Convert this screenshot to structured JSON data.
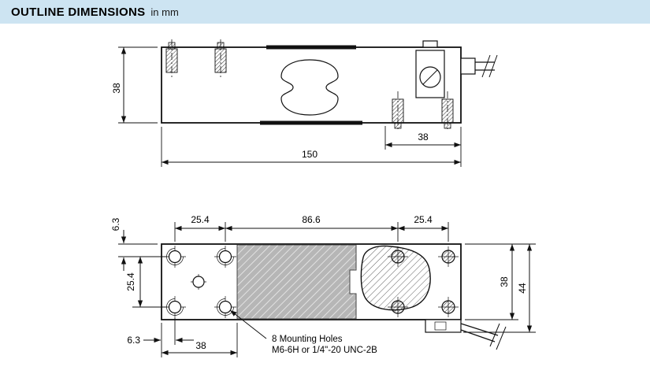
{
  "header": {
    "title": "OUTLINE DIMENSIONS",
    "unit_note": "in mm"
  },
  "top_view": {
    "dim_body_height_mm": "38",
    "dim_overall_length_mm": "150",
    "dim_right_section_mm": "38"
  },
  "bottom_view": {
    "dim_top_offset_mm": "6.3",
    "dim_left_pitch_mm": "25.4",
    "dim_center_span_mm": "86.6",
    "dim_right_pitch_mm": "25.4",
    "dim_side_pitch_mm": "25.4",
    "dim_bottom_offset_mm": "6.3",
    "dim_plate_width_mm": "38",
    "dim_body_width_mm": "38",
    "dim_overall_width_mm": "44",
    "mounting_note_line1": "8 Mounting Holes",
    "mounting_note_line2": "M6-6H or 1/4\"-20 UNC-2B"
  }
}
